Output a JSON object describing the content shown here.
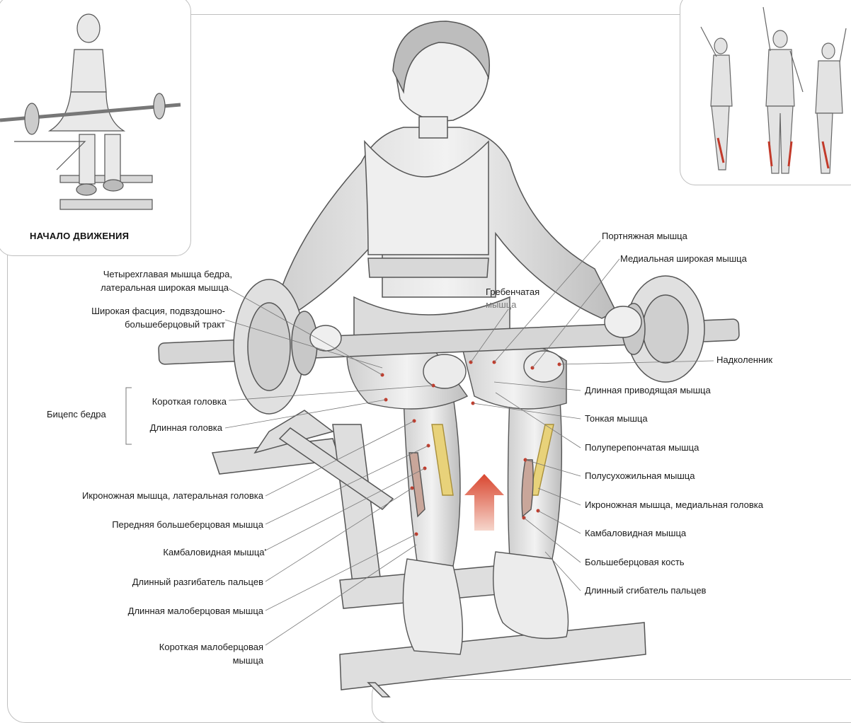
{
  "inset_caption": "НАЧАЛО ДВИЖЕНИЯ",
  "group_label": "Бицепс бедра",
  "labels_left": {
    "quadriceps": "Четырехглавая мышца бедра,",
    "vastus_lateralis": "латеральная широкая мышца",
    "fascia_1": "Широкая фасция, подвздошно-",
    "fascia_2": "большеберцовый тракт",
    "short_head": "Короткая головка",
    "long_head": "Длинная головка",
    "gastroc_lateral": "Икроножная мышца, латеральная головка",
    "tibialis_anterior": "Передняя большеберцовая мышца",
    "soleus_left": "Камбаловидная мышца'",
    "ext_digitorum": "Длинный разгибатель пальцев",
    "peroneus_longus": "Длинная малоберцовая мышца",
    "peroneus_brevis_1": "Короткая малоберцовая",
    "peroneus_brevis_2": "мышца"
  },
  "labels_center": {
    "pectineus_1": "Гребенчатая",
    "pectineus_2": "мышца"
  },
  "labels_right": {
    "sartorius": "Портняжная мышца",
    "vastus_medialis": "Медиальная широкая мышца",
    "patella": "Надколенник",
    "adductor_longus": "Длинная приводящая мышца",
    "gracilis": "Тонкая мышца",
    "semimembranosus": "Полуперепончатая мышца",
    "semitendinosus": "Полусухожильная мышца",
    "gastroc_medial": "Икроножная мышца, медиальная головка",
    "soleus_right": "Камбаловидная мышца",
    "tibia": "Большеберцовая кость",
    "flexor_digitorum": "Длинный сгибатель пальцев"
  },
  "colors": {
    "muscle_highlight": "#c23a2a",
    "arrow": "#e0634a",
    "tibia": "#e8d27a"
  }
}
